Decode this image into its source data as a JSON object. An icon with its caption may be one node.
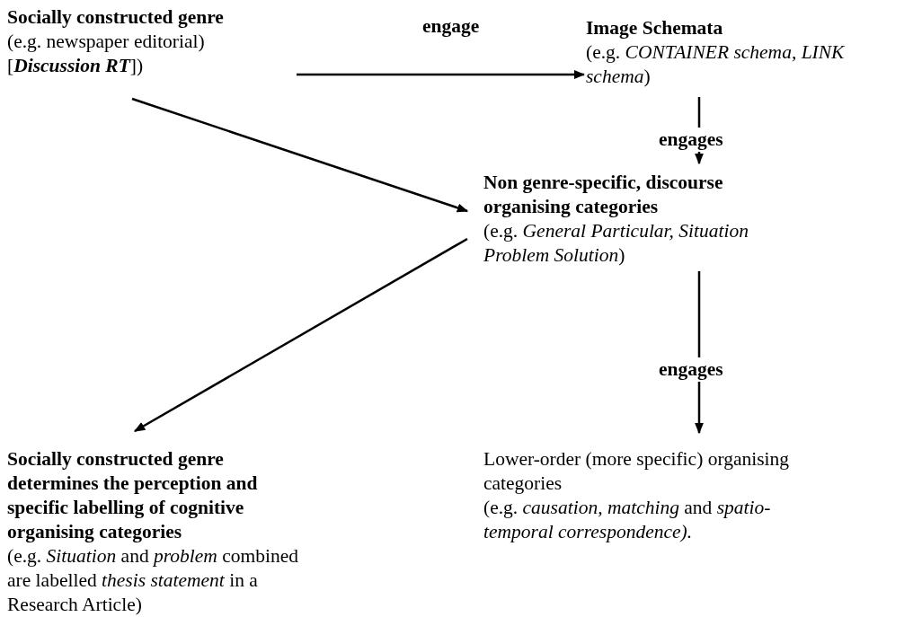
{
  "diagram": {
    "nodes": [
      {
        "text": [
          "Socially constructed genre",
          "(e.g. newspaper editorial) [**Discussion RT**])"
        ]
      },
      {
        "text": [
          "Image Schemata",
          "(e.g. *CONTAINER schema, LINK schema*)"
        ]
      },
      {
        "text": [
          "Non genre-specific, discourse organising categories",
          "(e.g. *General Particular, Situation Problem Solution*)"
        ]
      },
      {
        "text": [
          "Socially constructed genre determines the perception and specific labelling of cognitive organising categories",
          "(e.g. *Situation* and *problem* combined are labelled *thesis statement* in a Research Article)"
        ]
      },
      {
        "text": [
          "Lower-order (more specific) organising categories",
          "(e.g. *causation, matching* and *spatio-temporal correspondence).*"
        ]
      }
    ],
    "edges": [
      {
        "from": 0,
        "to": 1,
        "arrow": "to",
        "label": "engage"
      },
      {
        "from": 1,
        "to": 2,
        "arrow": "to",
        "label": "engages"
      },
      {
        "from": 0,
        "to": 2,
        "arrow": "to"
      },
      {
        "from": 2,
        "to": 3,
        "arrow": "to"
      },
      {
        "from": 2,
        "to": 4,
        "arrow": "to",
        "label": "engages"
      }
    ]
  }
}
